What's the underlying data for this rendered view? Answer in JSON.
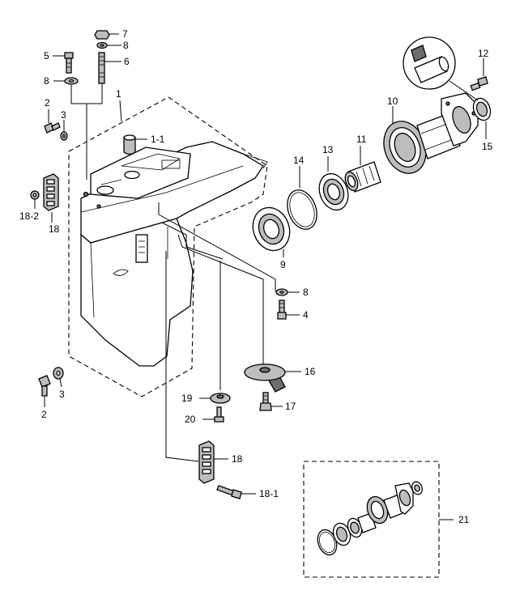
{
  "callouts": {
    "c1": "1",
    "c1_1": "1-1",
    "c2_top": "2",
    "c2_bot": "2",
    "c3_top": "3",
    "c3_bot": "3",
    "c4": "4",
    "c5": "5",
    "c6": "6",
    "c7": "7",
    "c8_top": "8",
    "c8_left": "8",
    "c8_mid": "8",
    "c9": "9",
    "c10": "10",
    "c11": "11",
    "c12": "12",
    "c13": "13",
    "c14": "14",
    "c15": "15",
    "c16": "16",
    "c17": "17",
    "c18_left": "18",
    "c18_2": "18-2",
    "c18_bot": "18",
    "c18_1": "18-1",
    "c19": "19",
    "c20": "20",
    "c21": "21"
  }
}
